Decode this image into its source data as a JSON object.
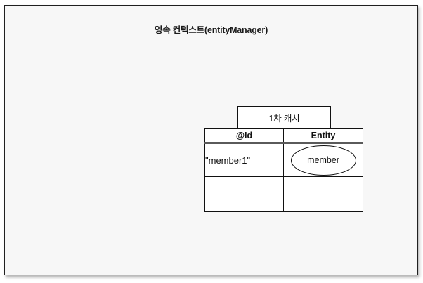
{
  "diagram": {
    "context": {
      "title": "영속 컨텍스트(entityManager)",
      "background_color": "#f7f7f7",
      "border_color": "#202020"
    },
    "cache": {
      "tab_label": "1차 캐시",
      "columns": [
        {
          "key": "id",
          "label": "@Id"
        },
        {
          "key": "entity",
          "label": "Entity"
        }
      ],
      "rows": [
        {
          "id": "\"member1\"",
          "entity": "member",
          "entity_shape": "ellipse"
        },
        {
          "id": "",
          "entity": "",
          "entity_shape": "none"
        }
      ]
    }
  }
}
